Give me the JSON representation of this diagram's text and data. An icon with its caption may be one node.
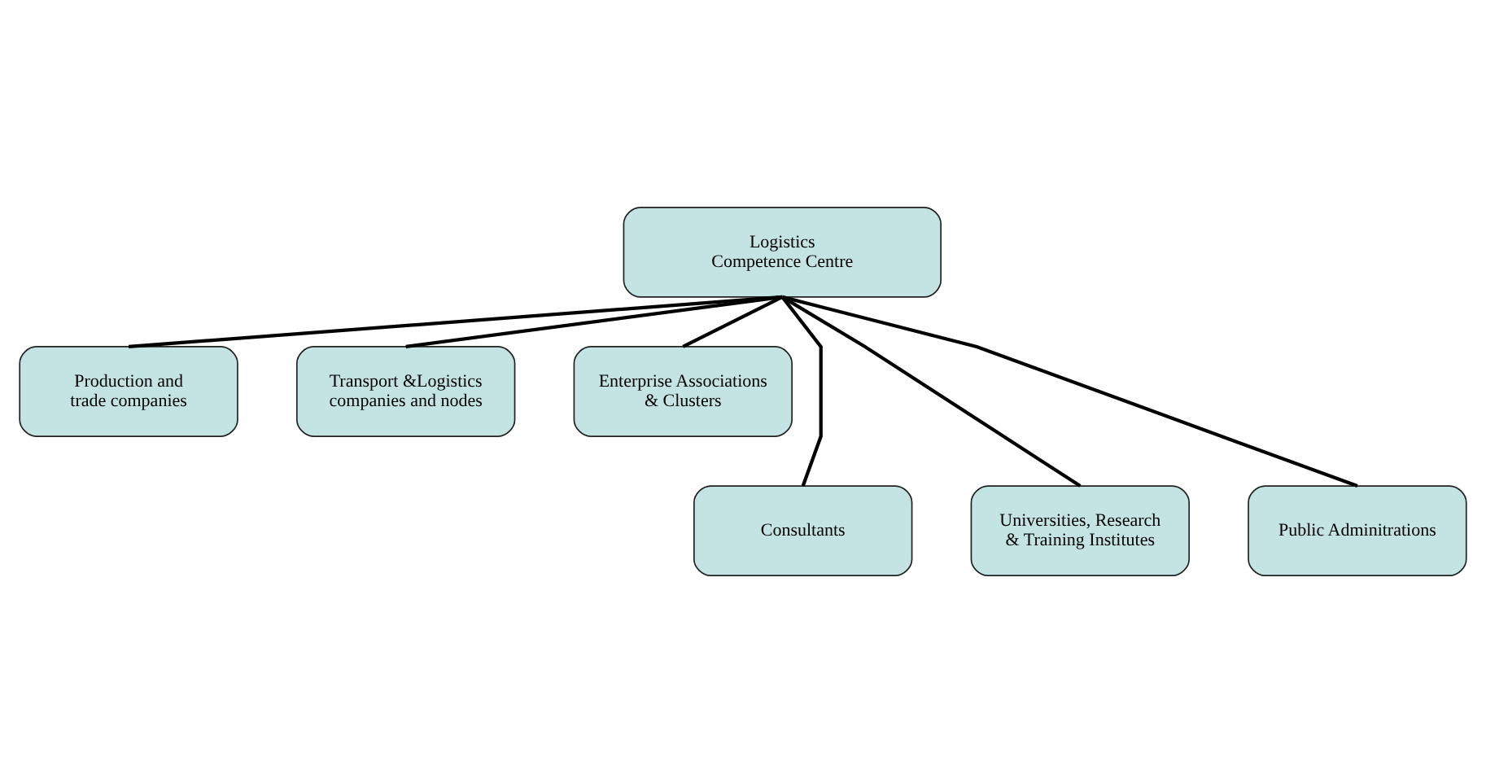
{
  "diagram": {
    "nodes": [
      {
        "text": [
          "Logistics Competence Centre"
        ]
      },
      {
        "text": [
          "Production and trade companies"
        ]
      },
      {
        "text": [
          "Transport &Logistics companies and nodes"
        ]
      },
      {
        "text": [
          "Enterprise Associations & Clusters"
        ]
      },
      {
        "text": [
          "Consultants"
        ]
      },
      {
        "text": [
          "Universities, Research & Training Institutes"
        ]
      },
      {
        "text": [
          "Public Adminitrations"
        ]
      }
    ],
    "edges": [
      {
        "from": 0,
        "to": 1,
        "arrow": "none"
      },
      {
        "from": 0,
        "to": 2,
        "arrow": "none"
      },
      {
        "from": 0,
        "to": 3,
        "arrow": "none"
      },
      {
        "from": 0,
        "to": 4,
        "arrow": "none"
      },
      {
        "from": 0,
        "to": 5,
        "arrow": "none"
      },
      {
        "from": 0,
        "to": 6,
        "arrow": "none"
      }
    ]
  }
}
